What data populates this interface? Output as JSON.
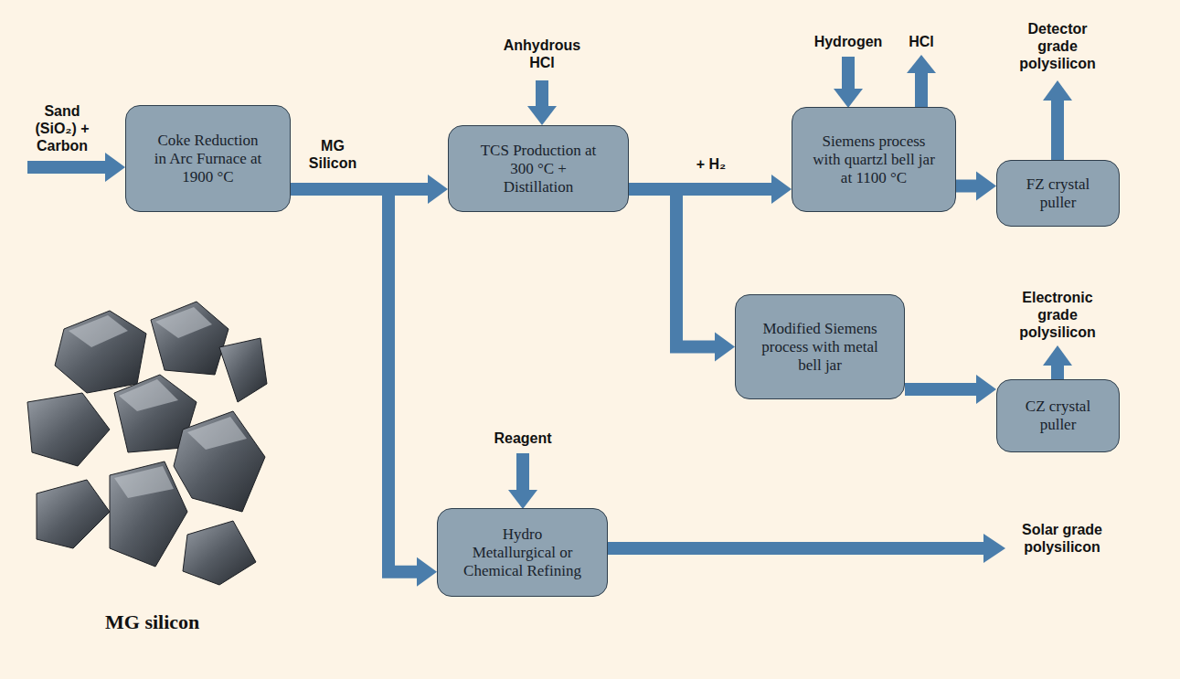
{
  "diagram": {
    "nodes": [
      {
        "text": [
          "Coke Reduction in Arc Furnace at 1900 °C"
        ]
      },
      {
        "text": [
          "TCS Production at 300 °C + Distillation"
        ]
      },
      {
        "text": [
          "Siemens process with quartzl bell jar at 1100 °C"
        ]
      },
      {
        "text": [
          "FZ crystal puller"
        ]
      },
      {
        "text": [
          "Modified Siemens process with metal bell jar"
        ]
      },
      {
        "text": [
          "CZ crystal puller"
        ]
      },
      {
        "text": [
          "Hydro Metallurgical or Chemical Refining"
        ]
      }
    ],
    "edges": [
      {
        "from": 0,
        "to": 1,
        "arrow": "to"
      },
      {
        "from": 0,
        "to": 6,
        "arrow": "to"
      },
      {
        "from": 1,
        "to": 2,
        "arrow": "to"
      },
      {
        "from": 1,
        "to": 4,
        "arrow": "to"
      },
      {
        "from": 2,
        "to": 3,
        "arrow": "to"
      },
      {
        "from": 4,
        "to": 5,
        "arrow": "to"
      }
    ],
    "labels": [
      "Sand (SiO₂) + Carbon",
      "MG Silicon",
      "Anhydrous HCl",
      "+ H₂",
      "Hydrogen",
      "HCl",
      "Detector grade polysilicon",
      "Electronic grade polysilicon",
      "Reagent",
      "Solar grade polysilicon",
      "MG silicon"
    ]
  }
}
